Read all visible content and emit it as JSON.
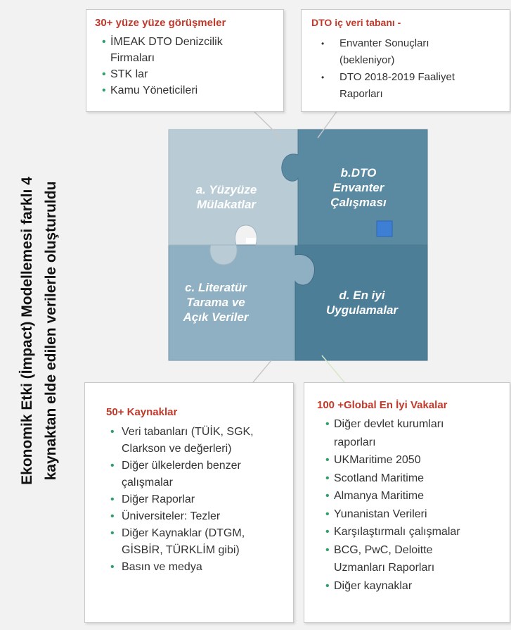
{
  "vertical_title": {
    "line1": "Ekonomik Etki (İmpact) Modellemesi  farklı 4",
    "line2": "kaynaktan elde edilen verilerle oluşturuldu"
  },
  "box_top_left": {
    "title": "30+ yüze yüze görüşmeler",
    "items": [
      "İMEAK DTO Denizcilik",
      "Firmaları",
      "STK lar",
      "Kamu Yöneticileri"
    ]
  },
  "box_top_right": {
    "title": "DTO iç veri tabanı  -",
    "items": [
      "Envanter Sonuçları",
      "(bekleniyor)",
      "DTO 2018-2019 Faaliyet",
      "Raporları"
    ]
  },
  "box_bottom_left": {
    "title": "50+ Kaynaklar",
    "items": [
      "Veri tabanları (TÜİK, SGK,",
      "Clarkson ve değerleri)",
      "Diğer ülkelerden benzer",
      "çalışmalar",
      "Diğer Raporlar",
      "Üniversiteler: Tezler",
      "Diğer Kaynaklar (DTGM,",
      "GİSBİR, TÜRKLİM gibi)",
      "Basın ve medya"
    ]
  },
  "box_bottom_right": {
    "title": "100 +Global  En İyi Vakalar",
    "items": [
      "Diğer devlet kurumları",
      "raporları",
      "UKMaritime 2050",
      "Scotland Maritime",
      "Almanya Maritime",
      "Yunanistan Verileri",
      "Karşılaştırmalı çalışmalar",
      "BCG, PwC, Deloitte",
      "Uzmanları Raporları",
      "Diğer kaynaklar"
    ]
  },
  "puzzle": {
    "a": {
      "line1": "a. Yüzyüze",
      "line2": "Mülakatlar"
    },
    "b": {
      "line1": "b.DTO",
      "line2": "Envanter",
      "line3": "Çalışması"
    },
    "c": {
      "line1": "c. Literatür",
      "line2": "Tarama ve",
      "line3": "Açık Veriler"
    },
    "d": {
      "line1": "d. En iyi",
      "line2": "Uygulamalar"
    }
  },
  "colors": {
    "piece_a": "#b9ccd6",
    "piece_b": "#5a8aa2",
    "piece_c": "#8fb0c2",
    "piece_d": "#4d7e98",
    "title_red": "#c0392b",
    "bullet_green": "#2e9e6a"
  }
}
